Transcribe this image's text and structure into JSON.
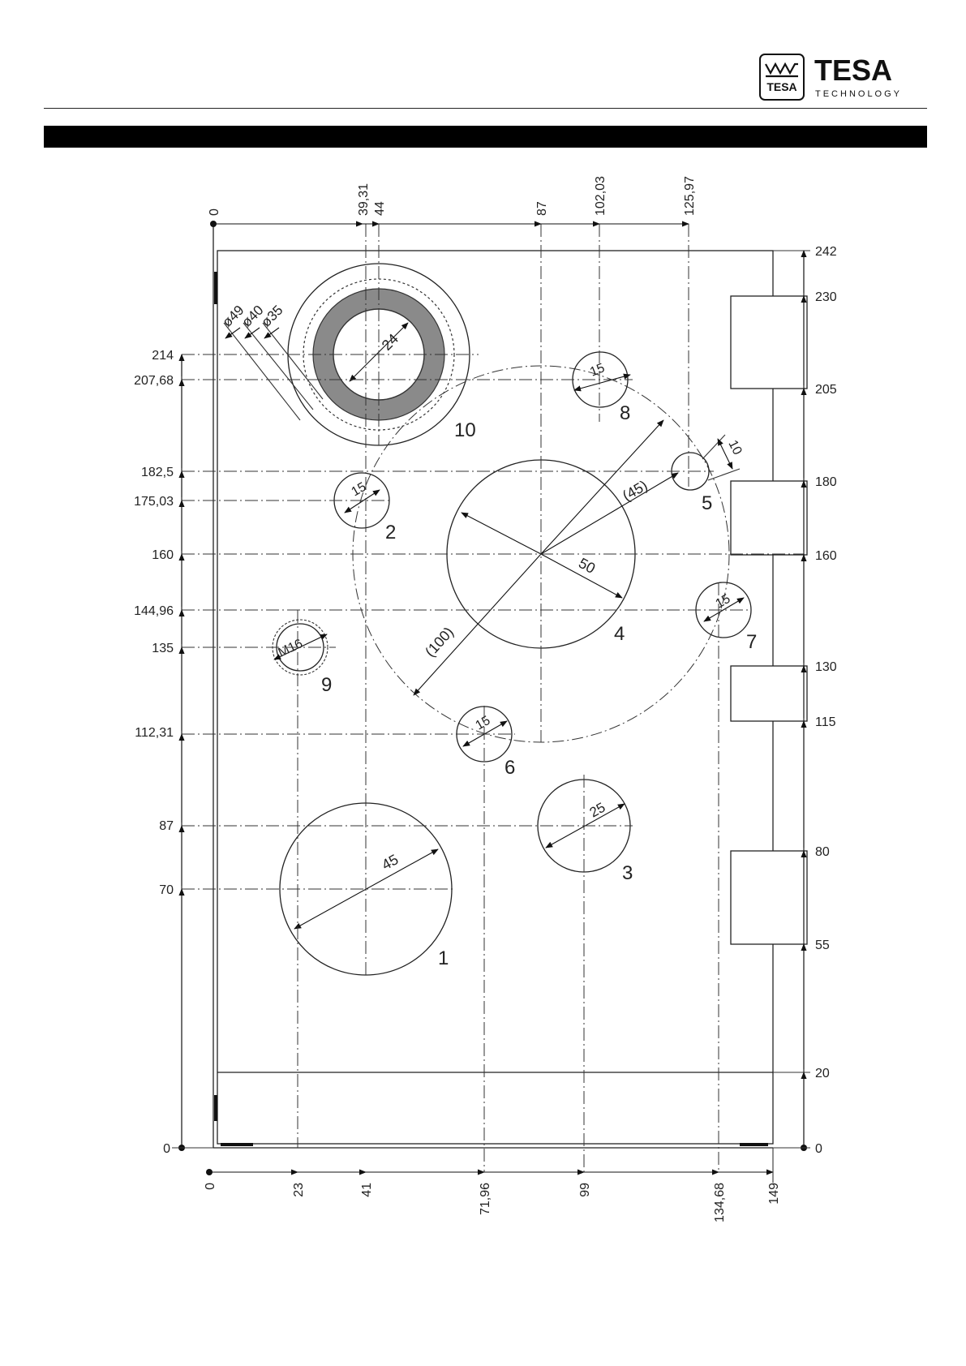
{
  "logo": {
    "emblem_text": "TESA",
    "brand": "TESA",
    "tagline": "TECHNOLOGY"
  },
  "title_bar": {
    "text": ""
  },
  "drawing": {
    "x_top_labels": [
      "0",
      "39,31",
      "44",
      "87",
      "102,03",
      "125,97"
    ],
    "x_bottom_labels": [
      "0",
      "23",
      "41",
      "71,96",
      "99",
      "134,68",
      "149"
    ],
    "y_left_labels": [
      "214",
      "207,68",
      "182,5",
      "175,03",
      "160",
      "144,96",
      "135",
      "112,31",
      "87",
      "70",
      "0"
    ],
    "y_right_labels": [
      "242",
      "230",
      "205",
      "180",
      "160",
      "130",
      "115",
      "80",
      "55",
      "20",
      "0"
    ],
    "diameter_labels": [
      "ø49",
      "ø40",
      "ø35"
    ],
    "features": [
      {
        "number": "1",
        "dim": "45"
      },
      {
        "number": "2",
        "dim": "15"
      },
      {
        "number": "3",
        "dim": "25"
      },
      {
        "number": "4",
        "dim": "50"
      },
      {
        "number": "5",
        "dim": "10"
      },
      {
        "number": "6",
        "dim": "15"
      },
      {
        "number": "7",
        "dim": "15"
      },
      {
        "number": "8",
        "dim": "15"
      },
      {
        "number": "9",
        "dim": "M16"
      },
      {
        "number": "10",
        "dim": "24"
      }
    ],
    "reference_dims": [
      "(45)",
      "(100)"
    ]
  }
}
